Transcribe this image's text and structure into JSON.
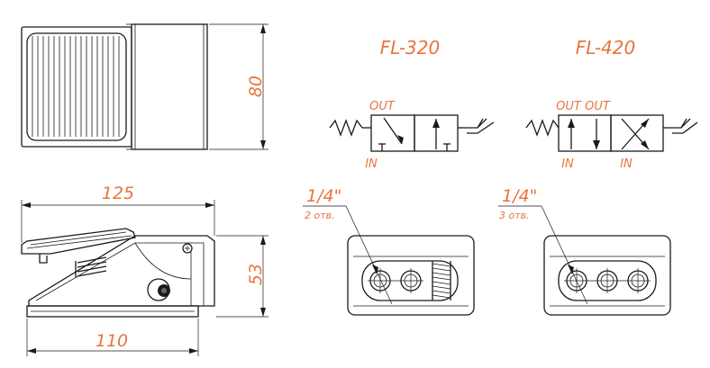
{
  "dimensions": {
    "top_height": "80",
    "side_length_top": "125",
    "side_height": "53",
    "side_length_bottom": "110"
  },
  "models": {
    "left": {
      "title": "FL-320",
      "port_out": "OUT",
      "port_in": "IN",
      "thread": "1/4\"",
      "holes": "2 отв."
    },
    "right": {
      "title": "FL-420",
      "port_out_1": "OUT",
      "port_out_2": "OUT",
      "port_in_1": "IN",
      "port_in_2": "IN",
      "thread": "1/4\"",
      "holes": "3 отв."
    }
  },
  "colors": {
    "accent": "#e8743b",
    "line": "#1a1a1a"
  }
}
